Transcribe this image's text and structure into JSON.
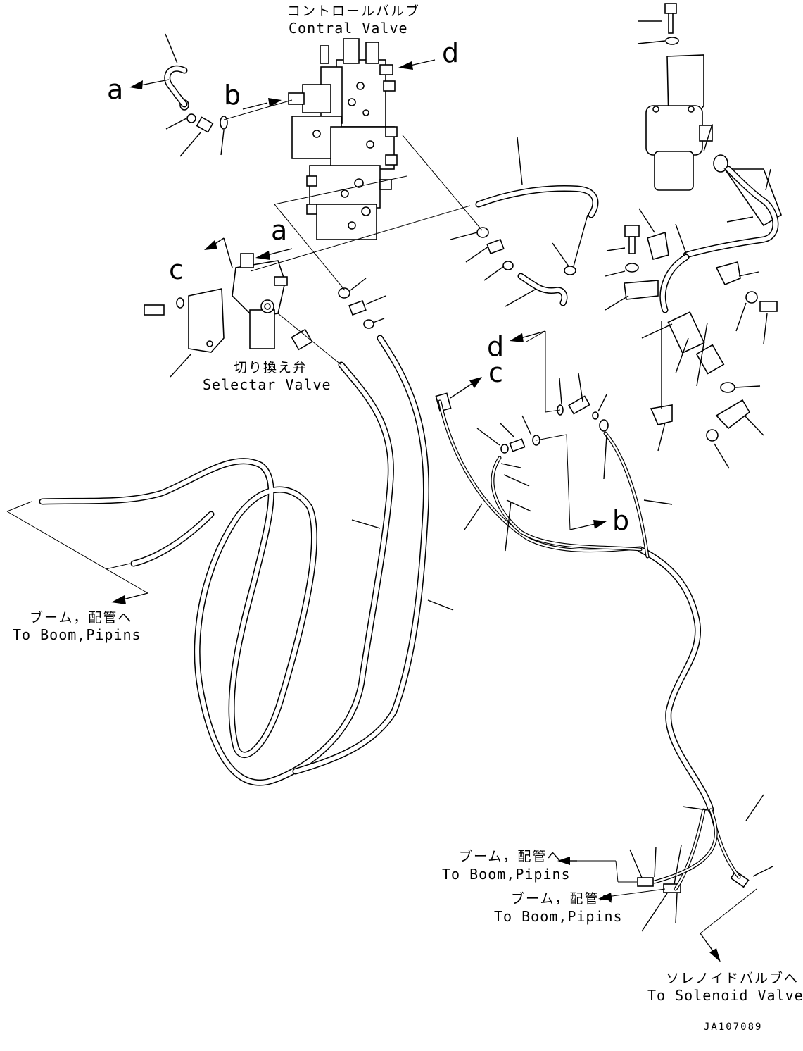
{
  "labels": {
    "control_valve_jp": "コントロールバルブ",
    "control_valve_en": "Contral Valve",
    "selector_valve_jp": "切り換え弁",
    "selector_valve_en": "Selectar Valve",
    "boom_piping_left_jp": "ブーム，配管へ",
    "boom_piping_left_en": "To Boom,Pipins",
    "boom_piping_mid1_jp": "ブーム，配管へ",
    "boom_piping_mid1_en": "To Boom,Pipins",
    "boom_piping_mid2_jp": "ブーム，配管へ",
    "boom_piping_mid2_en": "To Boom,Pipins",
    "solenoid_valve_jp": "ソレノイドバルブへ",
    "solenoid_valve_en": "To Solenoid Valve",
    "drawing_code": "JA107089"
  },
  "connection_letters": {
    "a_top": "a",
    "b_top": "b",
    "d_top": "d",
    "c_left": "c",
    "a_mid": "a",
    "d_mid": "d",
    "c_mid": "c",
    "b_mid": "b"
  },
  "colors": {
    "line": "#000000",
    "background": "#ffffff"
  }
}
